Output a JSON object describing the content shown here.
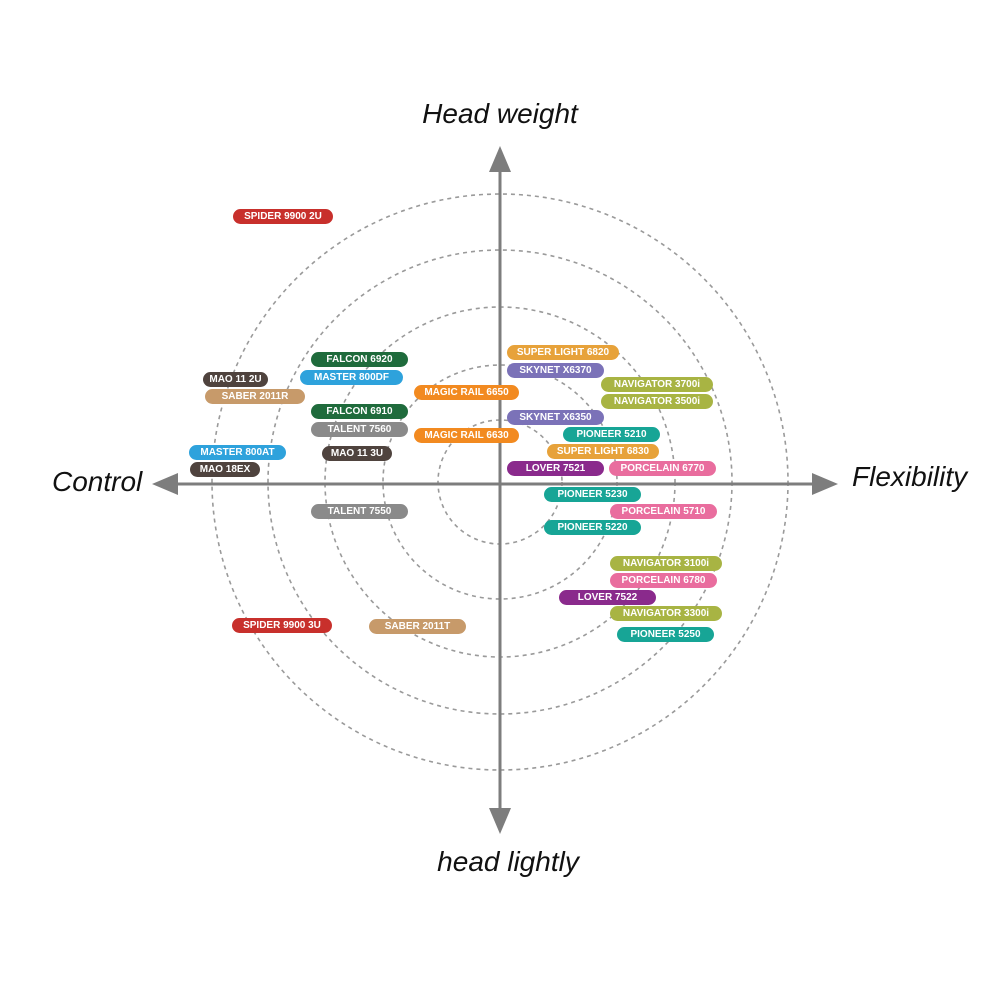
{
  "axes": {
    "top": "Head weight",
    "bottom": "head lightly",
    "left": "Control",
    "right": "Flexibility"
  },
  "colors": {
    "axis": "#7d7d7d",
    "ring": "#9a9a9a",
    "red": "#c8302c",
    "dark_green": "#1f6b3c",
    "blue": "#2ea2dc",
    "dark_brown": "#4f433e",
    "tan": "#c79a6a",
    "gray": "#8a8a8a",
    "orange": "#f28a20",
    "gold": "#e7a23a",
    "lavender": "#7b72b8",
    "olive": "#a8b443",
    "teal": "#17a596",
    "purple": "#8a2a8c",
    "pink": "#e96d9e"
  },
  "products": [
    {
      "label": "SPIDER 9900 2U",
      "color": "#c8302c"
    },
    {
      "label": "FALCON 6920",
      "color": "#1f6b3c"
    },
    {
      "label": "MASTER 800DF",
      "color": "#2ea2dc"
    },
    {
      "label": "MAO 11 2U",
      "color": "#4f433e"
    },
    {
      "label": "SABER 2011R",
      "color": "#c79a6a"
    },
    {
      "label": "FALCON 6910",
      "color": "#1f6b3c"
    },
    {
      "label": "TALENT 7560",
      "color": "#8a8a8a"
    },
    {
      "label": "MASTER 800AT",
      "color": "#2ea2dc"
    },
    {
      "label": "MAO 11 3U",
      "color": "#4f433e"
    },
    {
      "label": "MAO 18EX",
      "color": "#4f433e"
    },
    {
      "label": "MAGIC RAIL 6650",
      "color": "#f28a20"
    },
    {
      "label": "MAGIC RAIL 6630",
      "color": "#f28a20"
    },
    {
      "label": "SUPER LIGHT 6820",
      "color": "#e7a23a"
    },
    {
      "label": "SKYNET X6370",
      "color": "#7b72b8"
    },
    {
      "label": "NAVIGATOR 3700i",
      "color": "#a8b443"
    },
    {
      "label": "NAVIGATOR 3500i",
      "color": "#a8b443"
    },
    {
      "label": "SKYNET X6350",
      "color": "#7b72b8"
    },
    {
      "label": "PIONEER 5210",
      "color": "#17a596"
    },
    {
      "label": "SUPER LIGHT 6830",
      "color": "#e7a23a"
    },
    {
      "label": "LOVER 7521",
      "color": "#8a2a8c"
    },
    {
      "label": "PORCELAIN 6770",
      "color": "#e96d9e"
    },
    {
      "label": "PIONEER 5230",
      "color": "#17a596"
    },
    {
      "label": "PORCELAIN 5710",
      "color": "#e96d9e"
    },
    {
      "label": "TALENT 7550",
      "color": "#8a8a8a"
    },
    {
      "label": "PIONEER 5220",
      "color": "#17a596"
    },
    {
      "label": "NAVIGATOR 3100i",
      "color": "#a8b443"
    },
    {
      "label": "PORCELAIN 6780",
      "color": "#e96d9e"
    },
    {
      "label": "LOVER 7522",
      "color": "#8a2a8c"
    },
    {
      "label": "NAVIGATOR 3300i",
      "color": "#a8b443"
    },
    {
      "label": "SPIDER 9900 3U",
      "color": "#c8302c"
    },
    {
      "label": "SABER 2011T",
      "color": "#c79a6a"
    },
    {
      "label": "PIONEER 5250",
      "color": "#17a596"
    }
  ]
}
